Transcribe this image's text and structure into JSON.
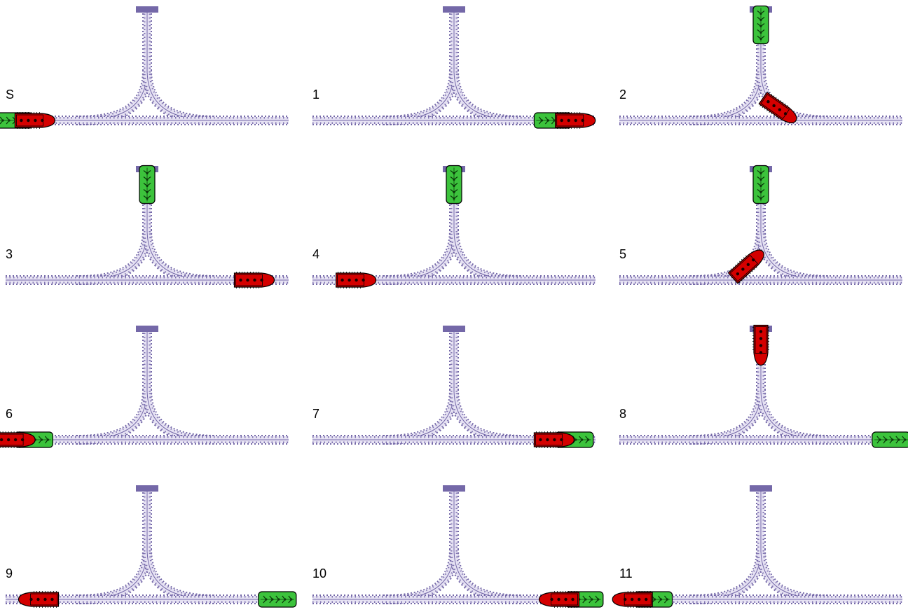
{
  "colors": {
    "track_fill": "#e6e2f3",
    "track_edge": "#7468a8",
    "sleeper": "#7468a8",
    "stop_block": "#7468a8",
    "engine": "#d40000",
    "engine_dot": "#1a0000",
    "wagon": "#3cc33c",
    "wagon_mark": "#0a3a0a"
  },
  "panels": [
    {
      "label": "S",
      "engine": {
        "track": "left",
        "pos": 0.2,
        "facing": "right"
      },
      "wagon": {
        "track": "left",
        "pos": 0.06
      }
    },
    {
      "label": "1",
      "engine": {
        "track": "right",
        "pos": 0.85,
        "facing": "right"
      },
      "wagon": {
        "track": "right",
        "pos": 0.7
      }
    },
    {
      "label": "2",
      "engine": {
        "track": "curveR",
        "pos": 0.45,
        "facing": "down"
      },
      "wagon": {
        "track": "stem",
        "pos": 0.25
      }
    },
    {
      "label": "3",
      "engine": {
        "track": "right",
        "pos": 0.75,
        "facing": "right"
      },
      "wagon": {
        "track": "stem",
        "pos": 0.25
      }
    },
    {
      "label": "4",
      "engine": {
        "track": "left",
        "pos": 0.3,
        "facing": "right"
      },
      "wagon": {
        "track": "stem",
        "pos": 0.25
      }
    },
    {
      "label": "5",
      "engine": {
        "track": "curveL",
        "pos": 0.4,
        "facing": "up"
      },
      "wagon": {
        "track": "stem",
        "pos": 0.25
      }
    },
    {
      "label": "6",
      "engine": {
        "track": "left",
        "pos": 0.06,
        "facing": "right"
      },
      "wagon": {
        "track": "left",
        "pos": 0.2
      }
    },
    {
      "label": "7",
      "engine": {
        "track": "right",
        "pos": 0.7,
        "facing": "right"
      },
      "wagon": {
        "track": "right",
        "pos": 0.85
      }
    },
    {
      "label": "8",
      "engine": {
        "track": "stem",
        "pos": 0.25,
        "facing": "down"
      },
      "wagon": {
        "track": "right",
        "pos": 0.92
      }
    },
    {
      "label": "9",
      "engine": {
        "track": "left",
        "pos": 0.24,
        "facing": "left"
      },
      "wagon": {
        "track": "right",
        "pos": 0.92
      }
    },
    {
      "label": "10",
      "engine": {
        "track": "right",
        "pos": 0.75,
        "facing": "left"
      },
      "wagon": {
        "track": "right",
        "pos": 0.92
      }
    },
    {
      "label": "11",
      "engine": {
        "track": "left",
        "pos": 0.1,
        "facing": "left"
      },
      "wagon": {
        "track": "left",
        "pos": 0.24
      }
    }
  ]
}
